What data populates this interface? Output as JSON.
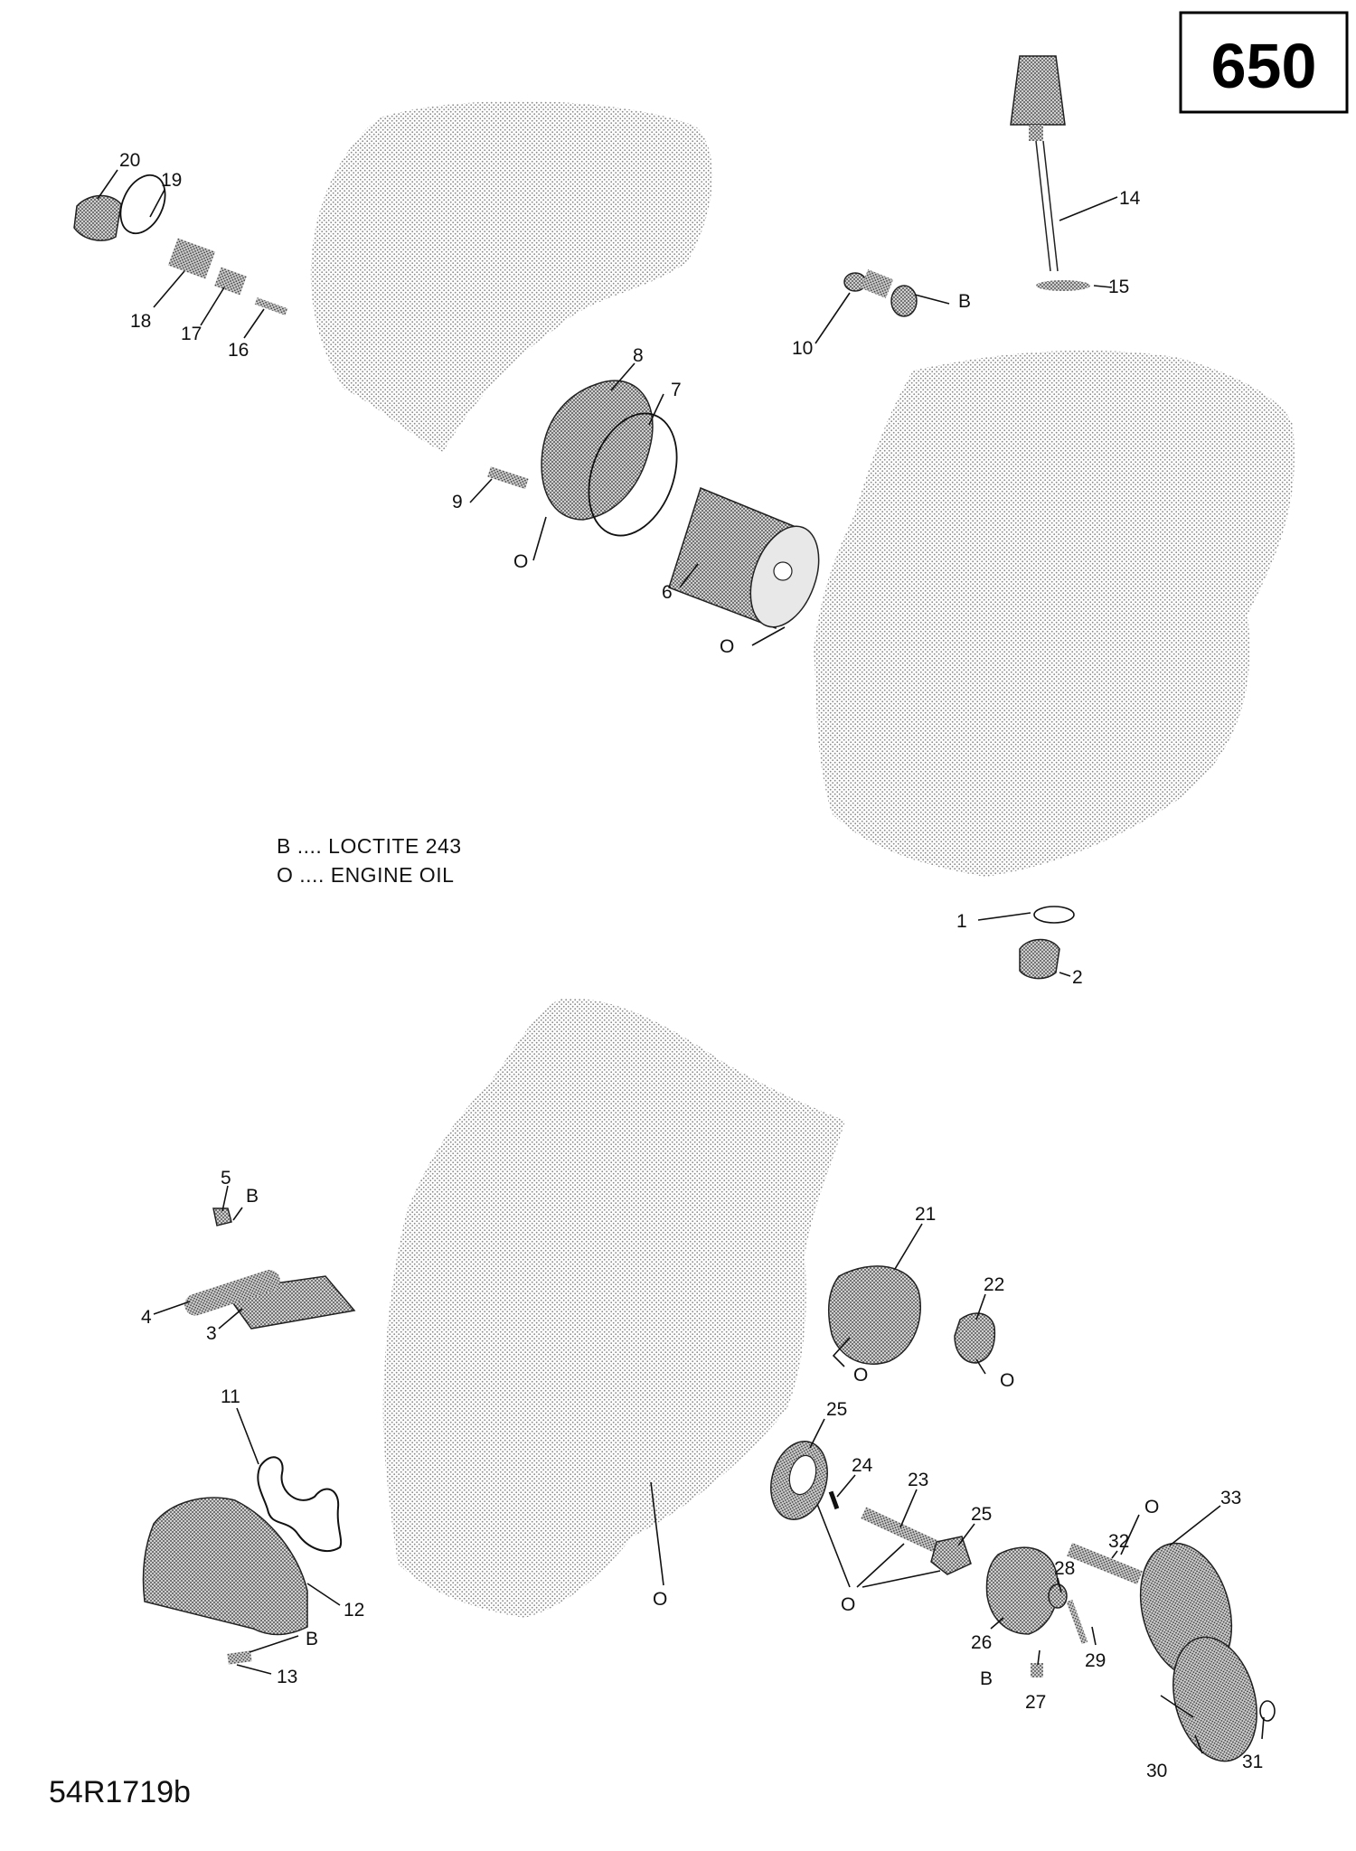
{
  "diagram": {
    "reference_number": "650",
    "drawing_code": "54R1719b",
    "legend": [
      "B .... LOCTITE 243",
      "O .... ENGINE OIL"
    ],
    "callouts": {
      "c1": "1",
      "c2": "2",
      "c3": "3",
      "c4": "4",
      "c5": "5",
      "c6": "6",
      "c7": "7",
      "c8": "8",
      "c9": "9",
      "c10": "10",
      "c11": "11",
      "c12": "12",
      "c13": "13",
      "c14": "14",
      "c15": "15",
      "c16": "16",
      "c17": "17",
      "c18": "18",
      "c19": "19",
      "c20": "20",
      "c21": "21",
      "c22": "22",
      "c23": "23",
      "c24": "24",
      "c25a": "25",
      "c25b": "25",
      "c26": "26",
      "c27": "27",
      "c28": "28",
      "c29": "29",
      "c30": "30",
      "c31": "31",
      "c32": "32",
      "c33": "33"
    },
    "markers": {
      "oil": "O",
      "oil_alt": "O",
      "loctite": "B",
      "m9": "O",
      "m6": "O",
      "m10": "B",
      "m5": "B",
      "m21": "O",
      "m22": "O",
      "m13": "B",
      "mcase": "O",
      "m24": "O",
      "m27": "B",
      "m32": "O"
    },
    "colors": {
      "ink": "#111111",
      "stipple": "#9a9a9a",
      "background": "#ffffff"
    }
  }
}
